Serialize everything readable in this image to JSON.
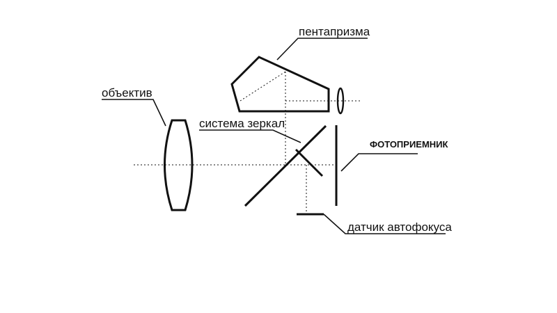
{
  "labels": {
    "pentaprism": "пентапризма",
    "objective": "объектив",
    "mirror_system": "система зеркал",
    "photodetector": "ФОТОПРИЕМНИК",
    "af_sensor": "датчик автофокуса"
  }
}
